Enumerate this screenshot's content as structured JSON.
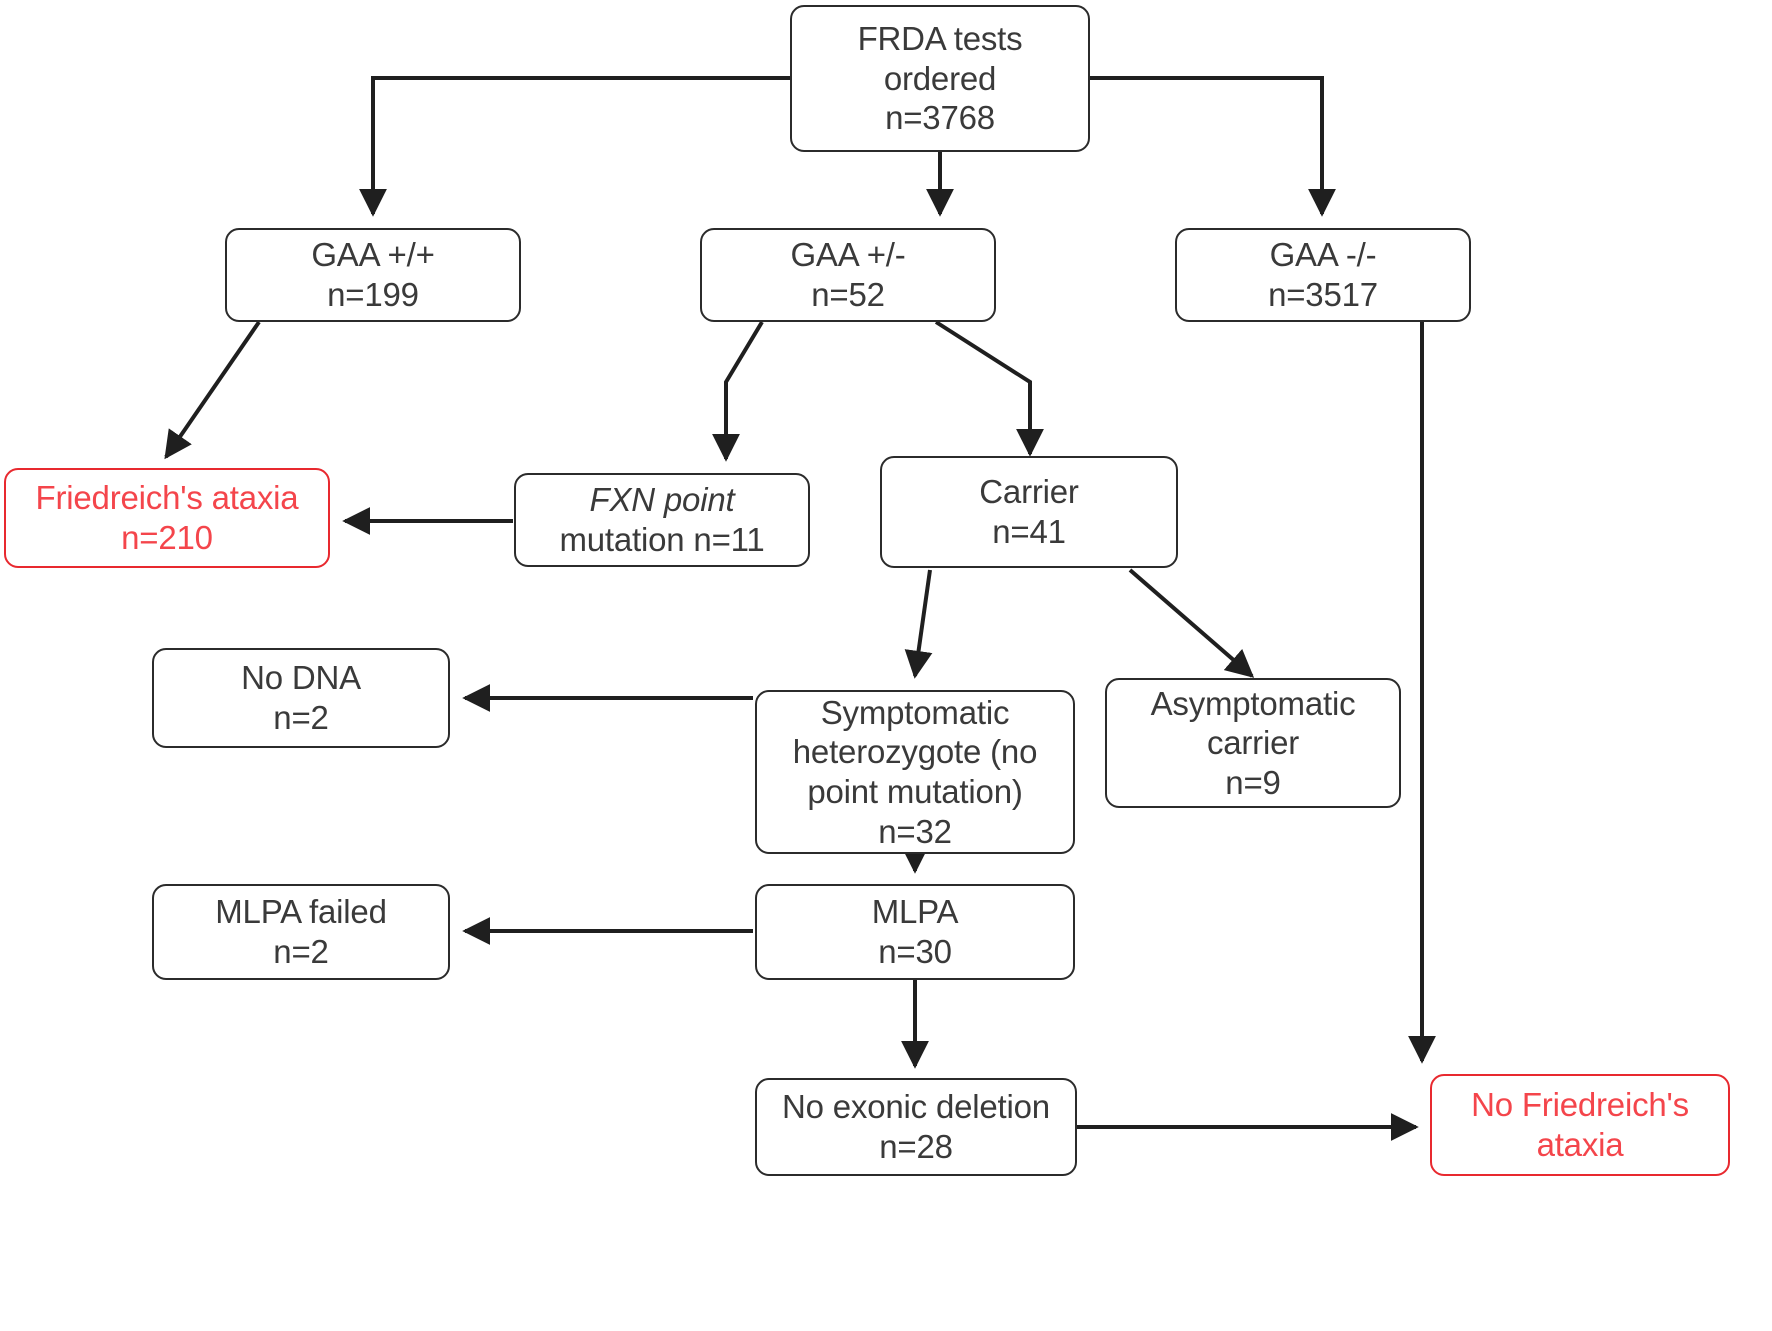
{
  "diagram": {
    "title": "FRDA testing outcomes flowchart",
    "colors": {
      "box_border": "#2b2b2b",
      "box_text": "#3a3a3a",
      "highlight_border": "#e8292f",
      "highlight_text": "#f4454b",
      "edge": "#1f1f1f",
      "background": "#ffffff"
    },
    "nodes": [
      {
        "id": "frda-tests-ordered",
        "name": "frda-tests-ordered-node",
        "highlight": false,
        "lines": [
          "FRDA tests",
          "ordered",
          "n=3768"
        ]
      },
      {
        "id": "gaa-pos-pos",
        "name": "gaa-plus-plus-node",
        "highlight": false,
        "lines": [
          "GAA +/+",
          "n=199"
        ]
      },
      {
        "id": "gaa-pos-neg",
        "name": "gaa-plus-minus-node",
        "highlight": false,
        "lines": [
          "GAA +/-",
          "n=52"
        ]
      },
      {
        "id": "gaa-neg-neg",
        "name": "gaa-minus-minus-node",
        "highlight": false,
        "lines": [
          "GAA -/-",
          "n=3517"
        ]
      },
      {
        "id": "friedreichs-ataxia",
        "name": "friedreichs-ataxia-node",
        "highlight": true,
        "lines": [
          "Friedreich's ataxia",
          "n=210"
        ]
      },
      {
        "id": "fxn-point-mutation",
        "name": "fxn-point-mutation-node",
        "highlight": false,
        "lines": [
          "FXN point",
          "mutation n=11"
        ]
      },
      {
        "id": "carrier",
        "name": "carrier-node",
        "highlight": false,
        "lines": [
          "Carrier",
          "n=41"
        ]
      },
      {
        "id": "no-dna",
        "name": "no-dna-node",
        "highlight": false,
        "lines": [
          "No DNA",
          "n=2"
        ]
      },
      {
        "id": "symptomatic-heterozygote",
        "name": "symptomatic-heterozygote-node",
        "highlight": false,
        "lines": [
          "Symptomatic",
          "heterozygote (no",
          "point mutation)",
          "n=32"
        ]
      },
      {
        "id": "asymptomatic-carrier",
        "name": "asymptomatic-carrier-node",
        "highlight": false,
        "lines": [
          "Asymptomatic",
          "carrier",
          "n=9"
        ]
      },
      {
        "id": "mlpa-failed",
        "name": "mlpa-failed-node",
        "highlight": false,
        "lines": [
          "MLPA failed",
          "n=2"
        ]
      },
      {
        "id": "mlpa",
        "name": "mlpa-node",
        "highlight": false,
        "lines": [
          "MLPA",
          "n=30"
        ]
      },
      {
        "id": "no-exonic-deletion",
        "name": "no-exonic-deletion-node",
        "highlight": false,
        "lines": [
          "No exonic deletion",
          "n=28"
        ]
      },
      {
        "id": "no-friedreichs-ataxia",
        "name": "no-friedreichs-ataxia-node",
        "highlight": true,
        "lines": [
          "No Friedreich's",
          "ataxia"
        ]
      }
    ],
    "edges": [
      {
        "from": "frda-tests-ordered",
        "to": "gaa-pos-pos"
      },
      {
        "from": "frda-tests-ordered",
        "to": "gaa-pos-neg"
      },
      {
        "from": "frda-tests-ordered",
        "to": "gaa-neg-neg"
      },
      {
        "from": "gaa-pos-pos",
        "to": "friedreichs-ataxia"
      },
      {
        "from": "gaa-pos-neg",
        "to": "fxn-point-mutation"
      },
      {
        "from": "gaa-pos-neg",
        "to": "carrier"
      },
      {
        "from": "fxn-point-mutation",
        "to": "friedreichs-ataxia"
      },
      {
        "from": "carrier",
        "to": "symptomatic-heterozygote"
      },
      {
        "from": "carrier",
        "to": "asymptomatic-carrier"
      },
      {
        "from": "symptomatic-heterozygote",
        "to": "no-dna"
      },
      {
        "from": "symptomatic-heterozygote",
        "to": "mlpa"
      },
      {
        "from": "mlpa",
        "to": "mlpa-failed"
      },
      {
        "from": "mlpa",
        "to": "no-exonic-deletion"
      },
      {
        "from": "no-exonic-deletion",
        "to": "no-friedreichs-ataxia"
      },
      {
        "from": "gaa-neg-neg",
        "to": "no-friedreichs-ataxia"
      }
    ]
  }
}
